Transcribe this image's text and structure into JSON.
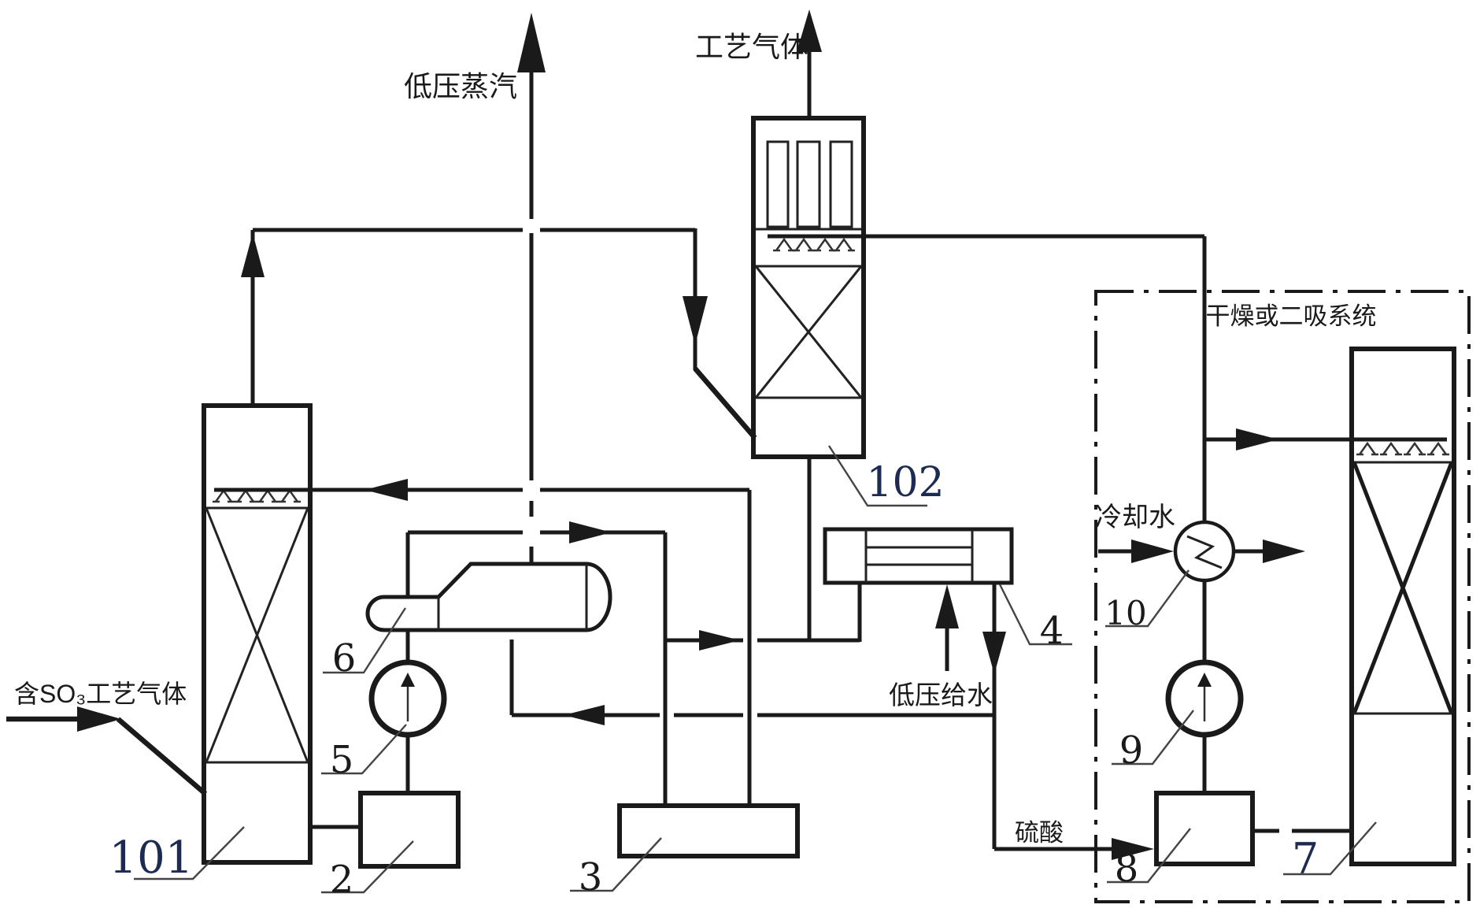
{
  "labels": {
    "steam": "低压蒸汽",
    "process_gas_out": "工艺气体",
    "so3_gas_in": "含SO₃工艺气体",
    "lp_feedwater": "低压给水",
    "cooling_water": "冷却水",
    "sulfuric_acid": "硫酸",
    "system_box": "干燥或二吸系统"
  },
  "equipment": {
    "tower_101": "101",
    "tower_102": "102",
    "tank_2": "2",
    "tank_3": "3",
    "exchanger_4": "4",
    "pump_5": "5",
    "boiler_6": "6",
    "tower_7": "7",
    "tank_8": "8",
    "pump_9": "9",
    "cooler_10": "10"
  },
  "colors": {
    "line": "#1a1a1a",
    "background": "#ffffff",
    "number_tint": "#1d2a52"
  }
}
